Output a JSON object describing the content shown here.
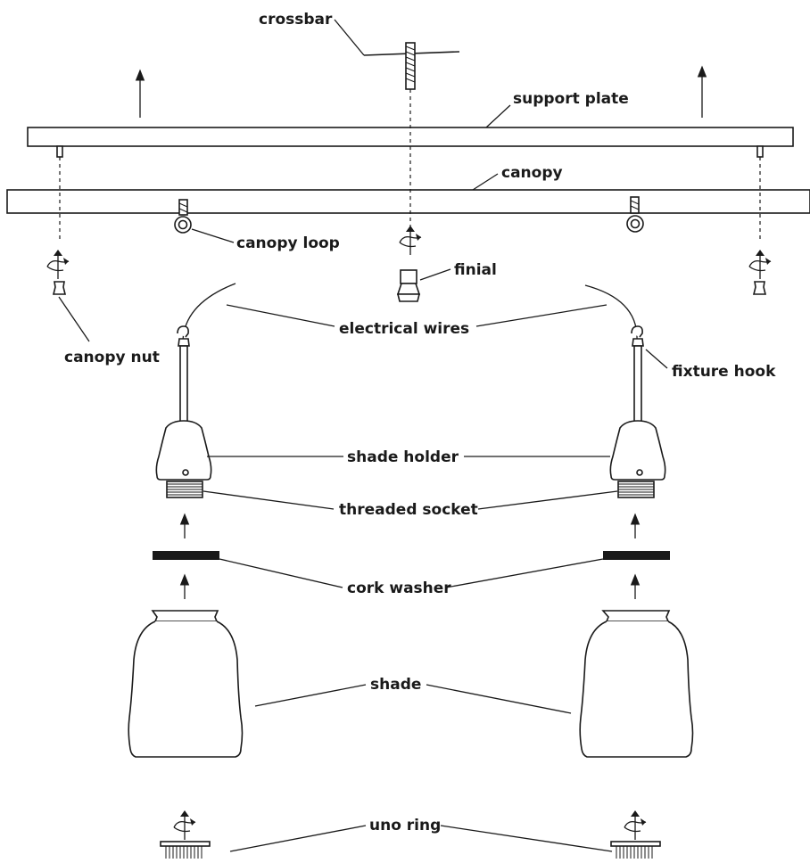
{
  "labels": {
    "crossbar": "crossbar",
    "support_plate": "support plate",
    "canopy": "canopy",
    "canopy_loop": "canopy loop",
    "finial": "finial",
    "canopy_nut": "canopy nut",
    "electrical_wires": "electrical wires",
    "fixture_hook": "fixture hook",
    "shade_holder": "shade holder",
    "threaded_socket": "threaded socket",
    "cork_washer": "cork washer",
    "shade": "shade",
    "uno_ring": "uno ring"
  },
  "colors": {
    "ink": "#1a1a1a",
    "background": "#ffffff"
  }
}
